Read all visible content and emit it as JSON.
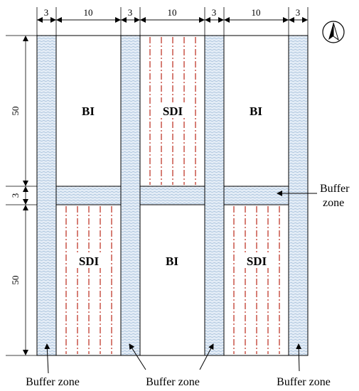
{
  "dimensions": {
    "widths": [
      "3",
      "10",
      "3",
      "10",
      "3",
      "10",
      "3"
    ],
    "heights": [
      "50",
      "3",
      "50"
    ]
  },
  "plots": {
    "top_left": "BI",
    "top_middle": "SDI",
    "top_right": "BI",
    "bottom_left": "SDI",
    "bottom_middle": "BI",
    "bottom_right": "SDI"
  },
  "labels": {
    "buffer_right_line1": "Buffer",
    "buffer_right_line2": "zone",
    "buffer_bottom_left": "Buffer zone",
    "buffer_bottom_middle": "Buffer zone",
    "buffer_bottom_right": "Buffer zone"
  },
  "icons": {
    "compass": "north-arrow-icon"
  },
  "colors": {
    "buffer_fill": "#dde8f3",
    "buffer_hatch": "#9fbbd8",
    "drip_line": "#c0392b",
    "outline": "#000000"
  }
}
